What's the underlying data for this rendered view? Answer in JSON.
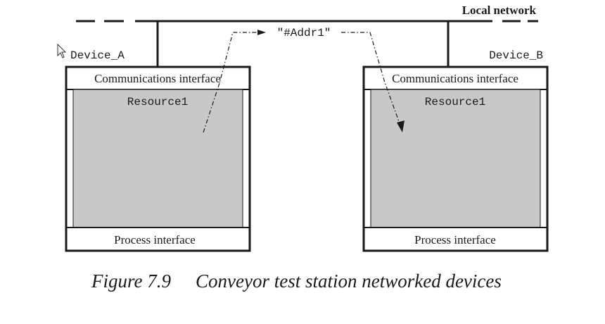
{
  "network": {
    "label": "Local network"
  },
  "message": {
    "label": "\"#Addr1\""
  },
  "device_a": {
    "name": "Device_A",
    "comm_interface": "Communications interface",
    "resource": "Resource1",
    "process_interface": "Process interface"
  },
  "device_b": {
    "name": "Device_B",
    "comm_interface": "Communications interface",
    "resource": "Resource1",
    "process_interface": "Process interface"
  },
  "caption": {
    "number": "Figure 7.9",
    "text": "Conveyor test station networked devices"
  },
  "colors": {
    "line": "#1a1a1a",
    "resource_fill": "#c8c8c8",
    "background": "#ffffff"
  },
  "icons": {
    "cursor": "mouse-pointer-icon"
  }
}
